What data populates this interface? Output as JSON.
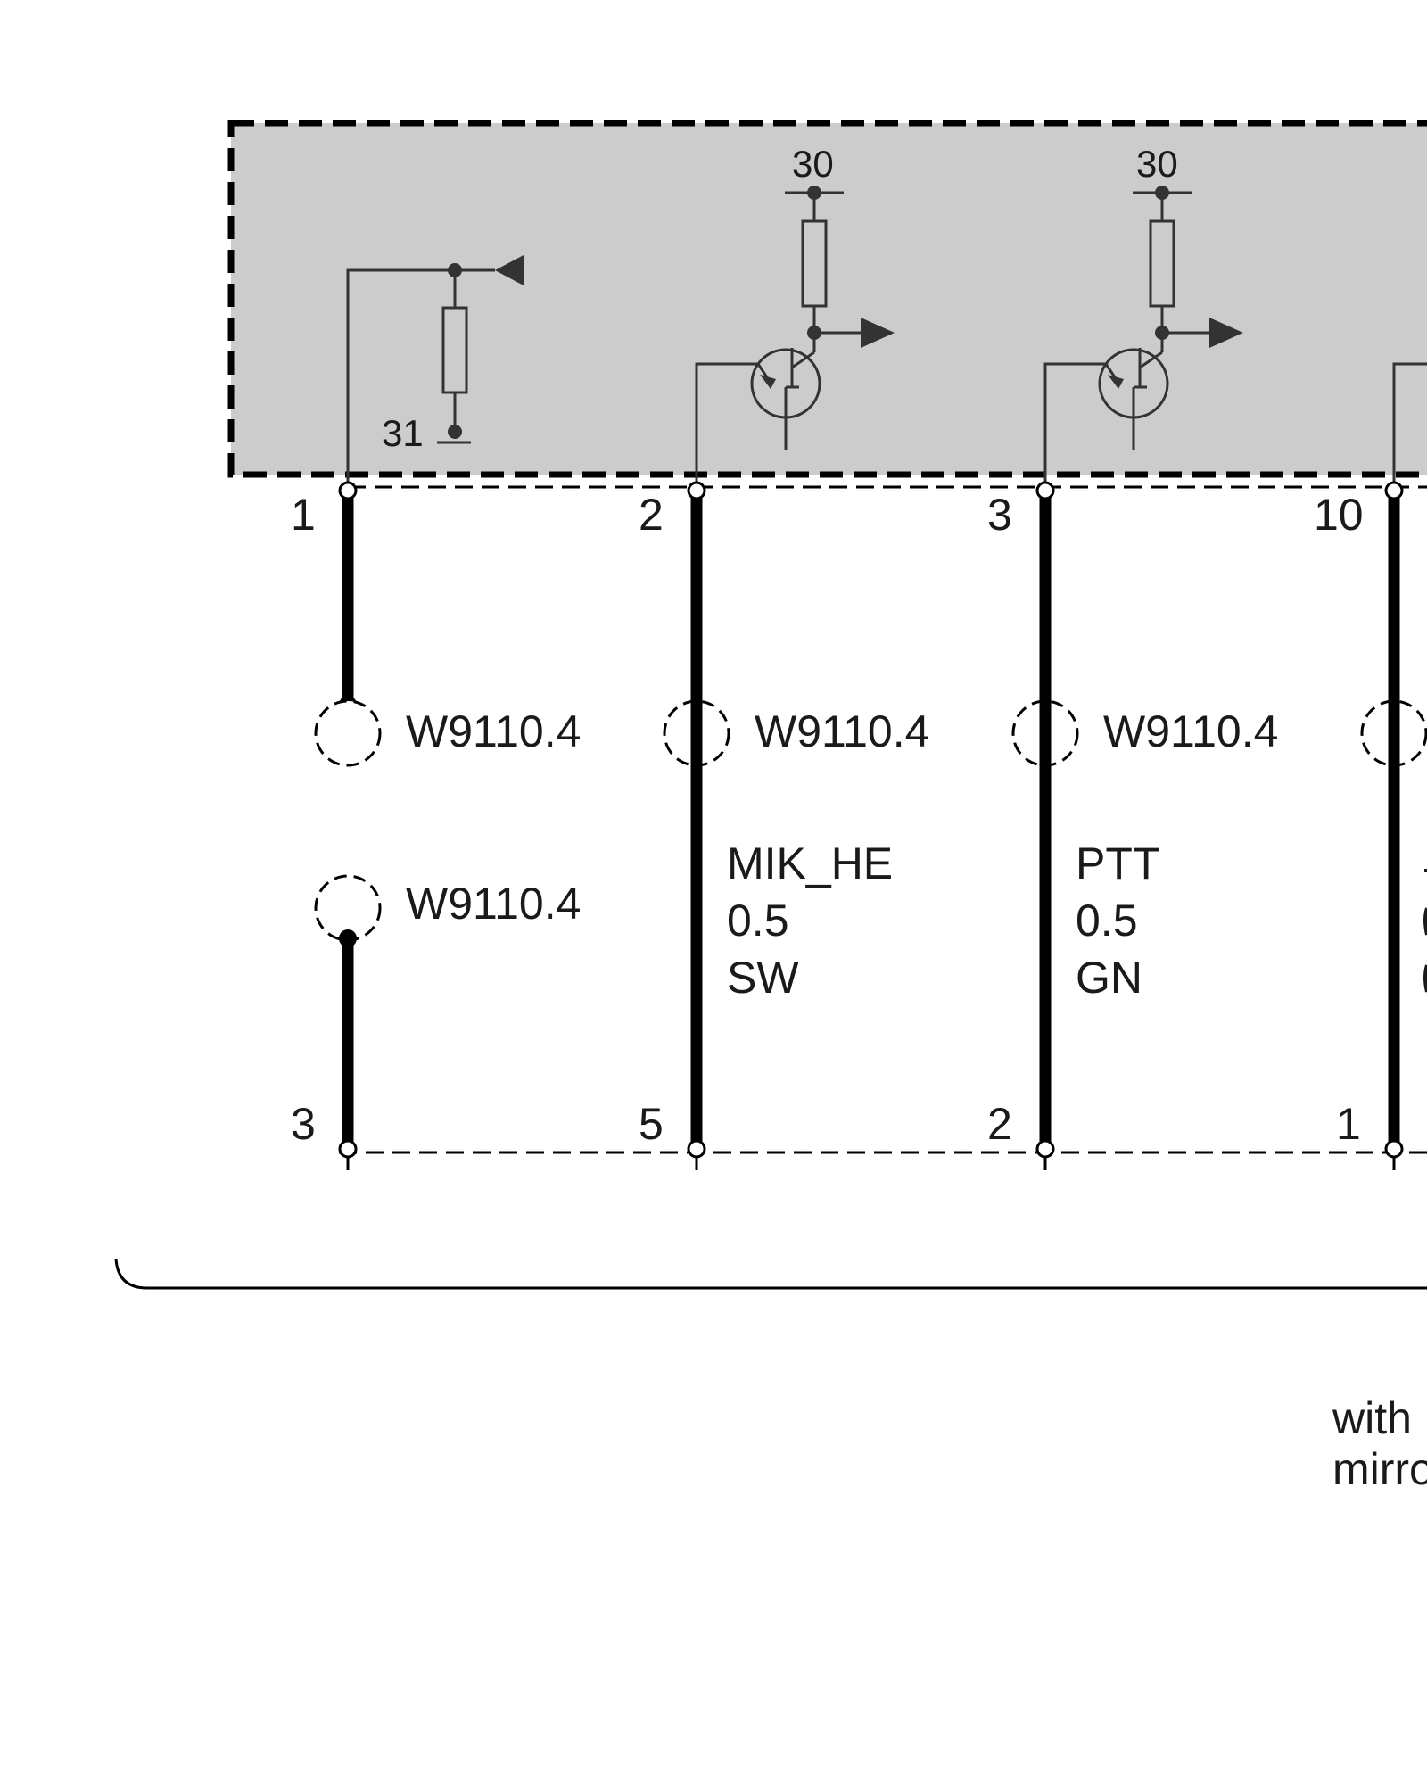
{
  "colors": {
    "module_fill": "#cccccc",
    "line": "#333333",
    "wire": "#000000",
    "background": "#ffffff"
  },
  "module": {
    "supply_ground": "31",
    "supply_plus_1": "30",
    "supply_plus_2": "30"
  },
  "pins_top": [
    "1",
    "2",
    "3",
    "10"
  ],
  "pins_bottom": [
    "3",
    "5",
    "2",
    "1"
  ],
  "connectors": {
    "w1_upper": "W9110.4",
    "w1_lower": "W9110.4",
    "w2": "W9110.4",
    "w3": "W9110.4"
  },
  "wires": {
    "w2": {
      "signal": "MIK_HE",
      "size": "0.5",
      "color": "SW"
    },
    "w3": {
      "signal": "PTT",
      "size": "0.5",
      "color": "GN"
    }
  },
  "note": {
    "line1": "with",
    "line2": "mirro"
  },
  "icons": [
    "resistor-icon",
    "transistor-icon",
    "ground-icon",
    "splice-icon",
    "arrow-icon"
  ]
}
